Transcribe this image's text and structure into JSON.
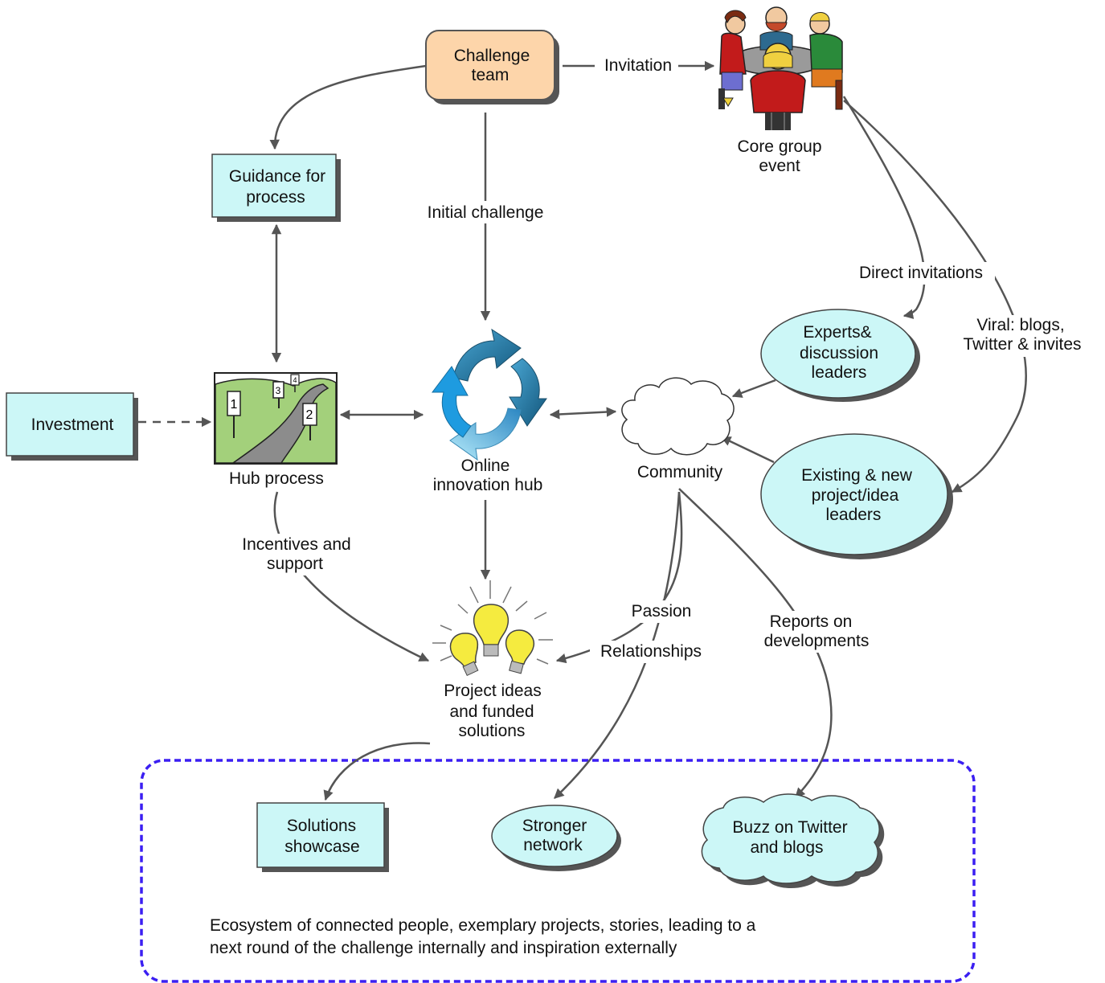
{
  "nodes": {
    "challenge_team": [
      "Challenge",
      "team"
    ],
    "core_group": [
      "Core group",
      "event"
    ],
    "guidance": [
      "Guidance for",
      "process"
    ],
    "investment": "Investment",
    "hub_process": "Hub process",
    "online_hub": [
      "Online",
      "innovation hub"
    ],
    "community": "Community",
    "experts": [
      "Experts&",
      "discussion",
      "leaders"
    ],
    "project_leaders": [
      "Existing & new",
      "project/idea",
      "leaders"
    ],
    "project_ideas": [
      "Project ideas",
      "and funded",
      "solutions"
    ],
    "solutions_showcase": [
      "Solutions",
      "showcase"
    ],
    "stronger_network": [
      "Stronger",
      "network"
    ],
    "buzz": [
      "Buzz on Twitter",
      "and blogs"
    ],
    "ecosystem": [
      "Ecosystem of connected people, exemplary projects, stories, leading to a",
      "next round of the challenge internally and inspiration externally"
    ]
  },
  "edge_labels": {
    "invitation": "Invitation",
    "initial_challenge": "Initial challenge",
    "direct_invitations": "Direct invitations",
    "viral": [
      "Viral: blogs,",
      "Twitter & invites"
    ],
    "incentives": [
      "Incentives and",
      "support"
    ],
    "passion": "Passion",
    "relationships": "Relationships",
    "reports": [
      "Reports on",
      "developments"
    ]
  },
  "sign_numbers": [
    "1",
    "2",
    "3",
    "4"
  ],
  "colors": {
    "challenge_fill": "#fdd5aa",
    "box_fill": "#ccf7f7",
    "oval_fill": "#ccf7f7",
    "edge": "#555555",
    "ecosystem_border": "#3b1ff2",
    "landscape_green": "#a3d07b",
    "road_gray": "#8c8c8c",
    "bulb_yellow": "#f5eb3f",
    "cycle_dark": "#1f6e96",
    "cycle_light": "#7fd0f2"
  }
}
